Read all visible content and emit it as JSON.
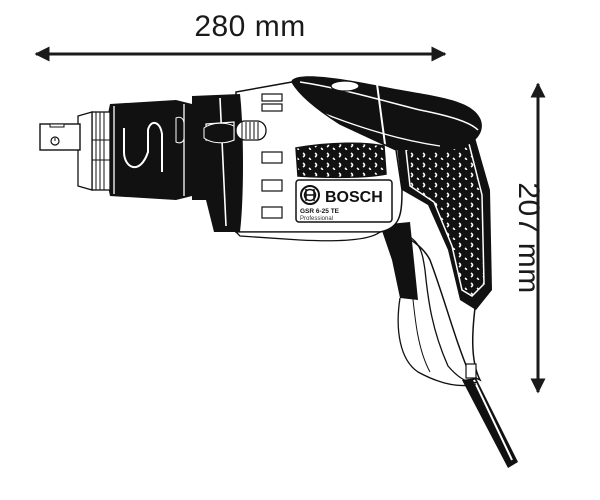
{
  "diagram": {
    "type": "product-dimension-drawing",
    "subject": "drywall screwdriver side view",
    "colors": {
      "ink": "#111111",
      "paper": "#ffffff",
      "line": "#1a1a1a"
    }
  },
  "dimensions": {
    "width": {
      "value": 280,
      "unit": "mm",
      "label": "280 mm"
    },
    "height": {
      "value": 207,
      "unit": "mm",
      "label": "207 mm"
    }
  },
  "nameplate": {
    "brand": "BOSCH",
    "model": "GSR 6-25 TE",
    "line": "Professional",
    "logo_icon": "bosch-armature-logo-icon"
  }
}
